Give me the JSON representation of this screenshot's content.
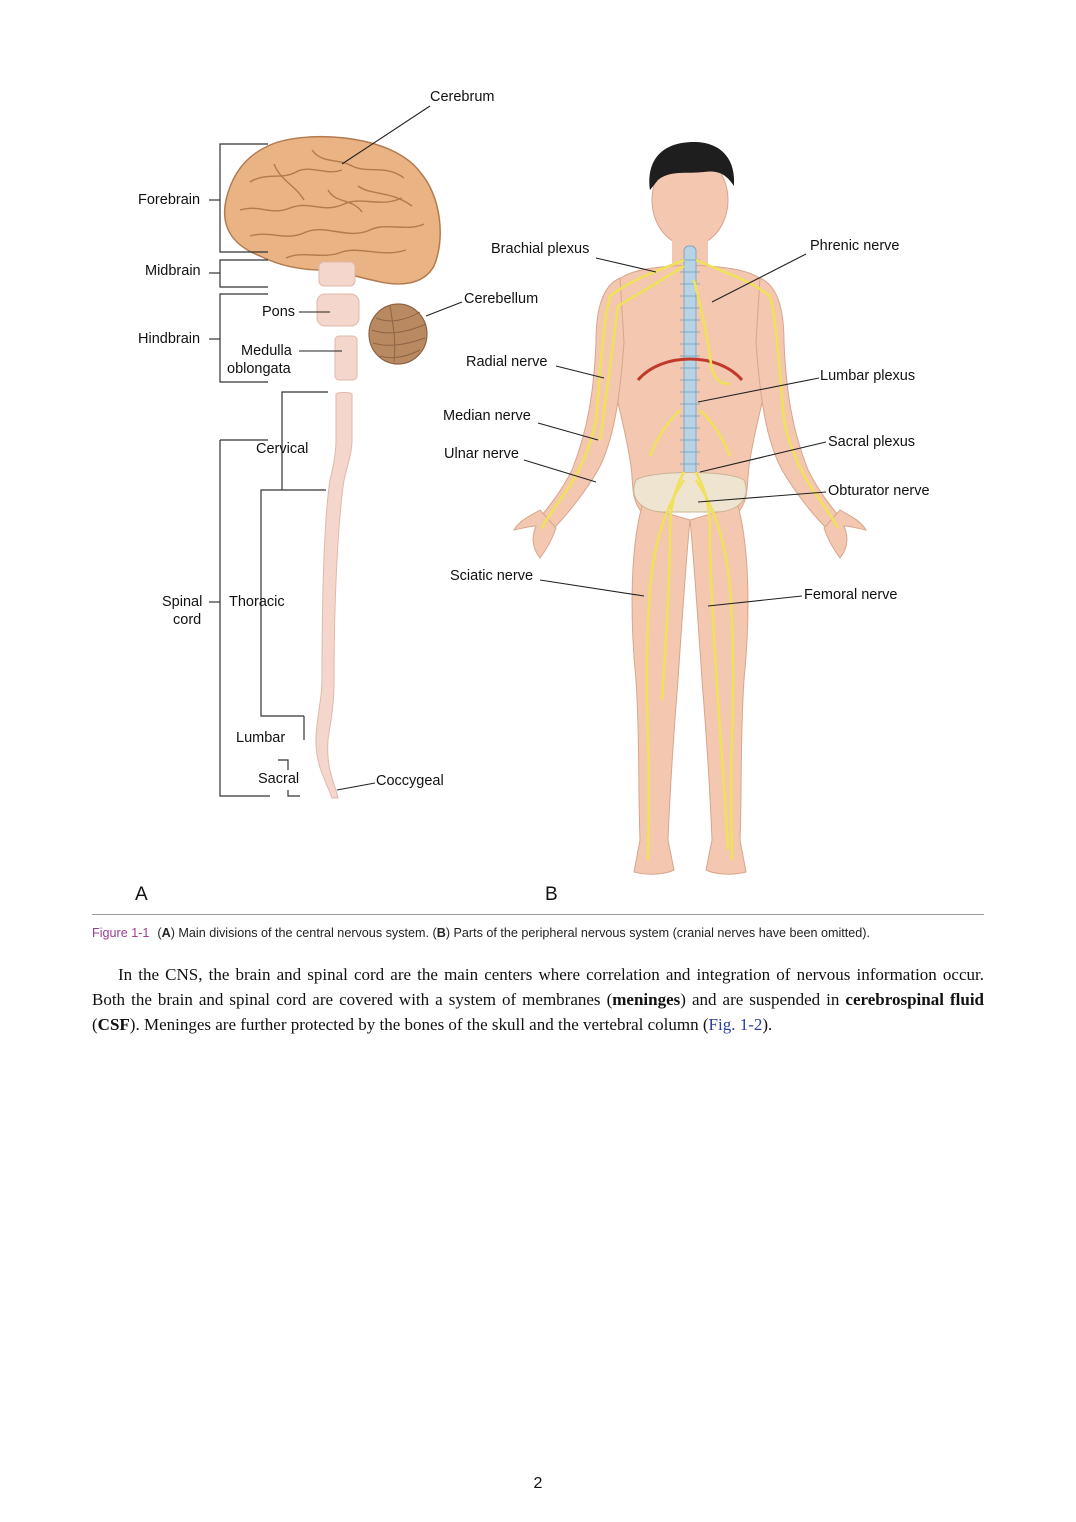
{
  "figure": {
    "panel_a": {
      "letter": "A",
      "labels": {
        "cerebrum": "Cerebrum",
        "forebrain": "Forebrain",
        "midbrain": "Midbrain",
        "pons": "Pons",
        "hindbrain": "Hindbrain",
        "medulla_1": "Medulla",
        "medulla_2": "oblongata",
        "cerebellum": "Cerebellum",
        "cervical": "Cervical",
        "spinal_1": "Spinal",
        "spinal_2": "cord",
        "thoracic": "Thoracic",
        "lumbar": "Lumbar",
        "sacral": "Sacral",
        "coccygeal": "Coccygeal"
      }
    },
    "panel_b": {
      "letter": "B",
      "labels": {
        "brachial_plexus": "Brachial plexus",
        "phrenic_nerve": "Phrenic nerve",
        "radial_nerve": "Radial nerve",
        "lumbar_plexus": "Lumbar plexus",
        "median_nerve": "Median nerve",
        "sacral_plexus": "Sacral plexus",
        "ulnar_nerve": "Ulnar nerve",
        "obturator_nerve": "Obturator nerve",
        "sciatic_nerve": "Sciatic nerve",
        "femoral_nerve": "Femoral nerve"
      }
    },
    "colors": {
      "skin": "#f3c7b0",
      "brain": "#e9b384",
      "cord": "#f5d6cc",
      "nerve": "#efe25a",
      "hair": "#1e1e1e",
      "diaphragm": "#c0392b",
      "caption_accent": "#9b3f8f",
      "link": "#2a3e9c"
    }
  },
  "caption": {
    "number": "Figure 1-1",
    "a_open": "(",
    "a": "A",
    "a_text": ") Main divisions of the central nervous system. (",
    "b": "B",
    "b_text": ") Parts of the peripheral nervous system (cranial nerves have been omitted)."
  },
  "body": {
    "t1": "In the CNS, the brain and spinal cord are the main centers where correlation and integration of nervous information occur. Both the brain and spinal cord are covered with a system of membranes (",
    "b1": "meninges",
    "t2": ") and are suspended in ",
    "b2": "cerebrospinal fluid",
    "t3": " (",
    "b3": "CSF",
    "t4": "). Meninges are further protected by the bones of the skull and the vertebral column (",
    "ref": "Fig. 1-2",
    "t5": ")."
  },
  "page_number": "2"
}
